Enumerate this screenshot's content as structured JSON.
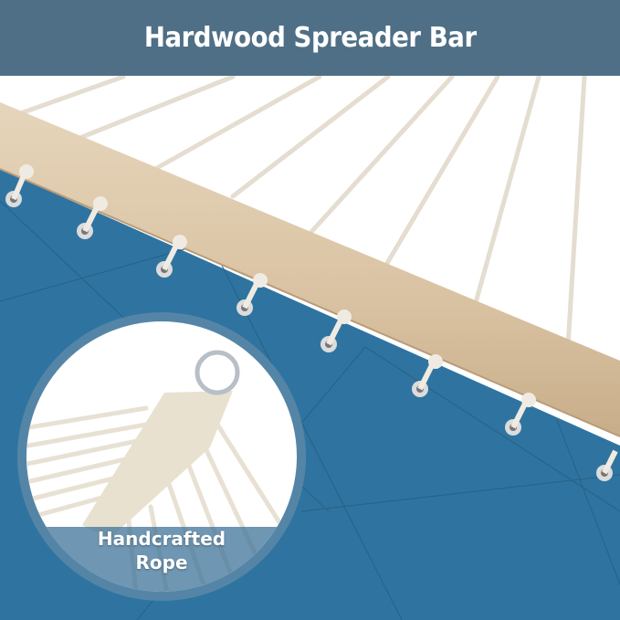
{
  "header": {
    "title": "Hardwood Spreader Bar",
    "background": "#4f6f86"
  },
  "product_image": {
    "subject": "hammock spreader bar with rope and quilted fabric",
    "fabric_color": "#2f74a0",
    "wood_color": "#ddc7a8",
    "rope_color": "#efe9dd"
  },
  "inset": {
    "subject": "handcrafted rope with metal ring",
    "label_line1": "Handcrafted",
    "label_line2": "Rope"
  }
}
